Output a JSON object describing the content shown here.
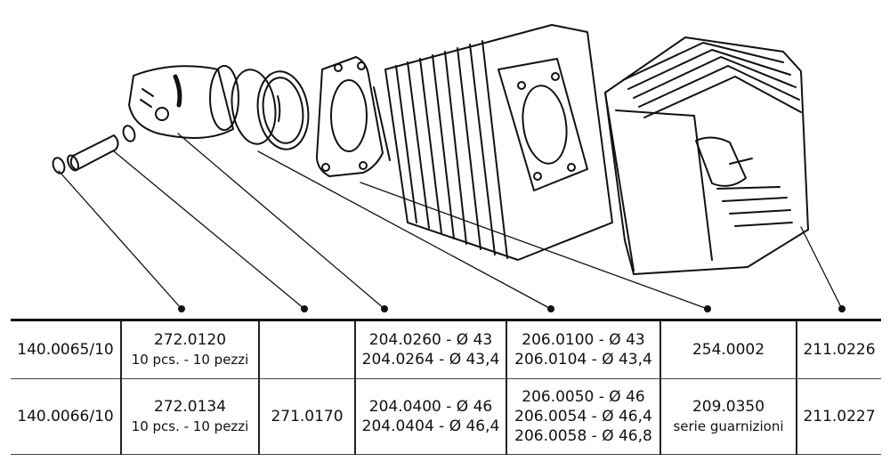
{
  "colors": {
    "ink": "#111111",
    "paper": "#ffffff"
  },
  "table": {
    "rows": [
      {
        "pin_clip": "140.0065/10",
        "piston_pin": [
          "272.0120",
          "10 pcs. - 10 pezzi"
        ],
        "piston_ring": "",
        "piston": [
          "204.0260 - Ø 43",
          "204.0264 - Ø 43,4"
        ],
        "cylinder": [
          "206.0100 - Ø 43",
          "206.0104 - Ø 43,4"
        ],
        "gasket": [
          "254.0002"
        ],
        "head": "211.0226"
      },
      {
        "pin_clip": "140.0066/10",
        "piston_pin": [
          "272.0134",
          "10 pcs. - 10 pezzi"
        ],
        "piston_ring": "271.0170",
        "piston": [
          "204.0400 - Ø 46",
          "204.0404 - Ø 46,4"
        ],
        "cylinder": [
          "206.0050 - Ø 46",
          "206.0054 - Ø 46,4",
          "206.0058 - Ø 46,8"
        ],
        "gasket": [
          "209.0350",
          "serie guarnizioni"
        ],
        "head": "211.0227"
      }
    ]
  }
}
